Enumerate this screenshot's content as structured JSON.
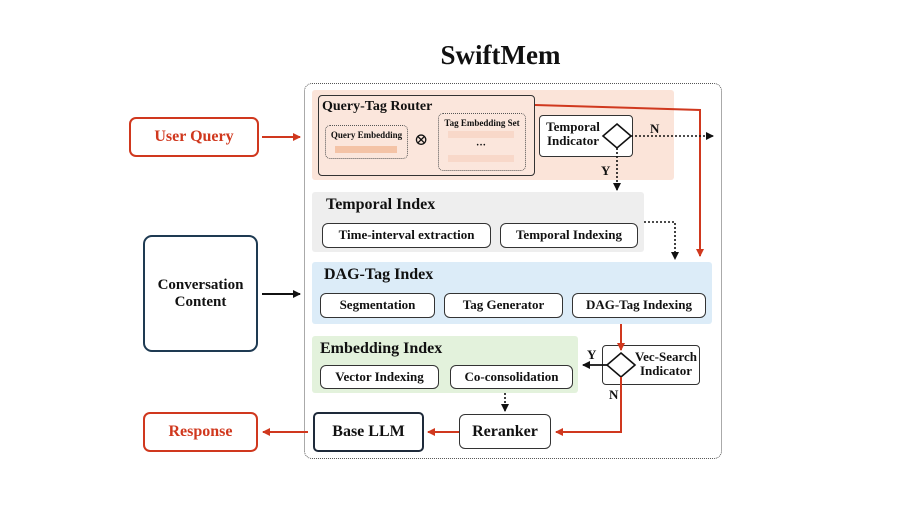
{
  "title": "SwiftMem",
  "inputs": {
    "user_query": "User Query",
    "conversation": "Conversation Content",
    "response": "Response"
  },
  "router": {
    "title": "Query-Tag Router",
    "query_embedding": "Query Embedding",
    "operator": "⊗",
    "tag_embedding_set": "Tag Embedding Set",
    "ellipsis": "···",
    "temporal_indicator": "Temporal Indicator",
    "yes": "Y",
    "no": "N"
  },
  "temporal_index": {
    "title": "Temporal Index",
    "items": [
      "Time-interval extraction",
      "Temporal Indexing"
    ]
  },
  "dag_index": {
    "title": "DAG-Tag Index",
    "items": [
      "Segmentation",
      "Tag Generator",
      "DAG-Tag Indexing"
    ]
  },
  "embedding_index": {
    "title": "Embedding Index",
    "items": [
      "Vector Indexing",
      "Co-consolidation"
    ]
  },
  "vec_search": {
    "label": "Vec-Search Indicator",
    "yes": "Y",
    "no": "N"
  },
  "base_llm": "Base LLM",
  "reranker": "Reranker",
  "colors": {
    "accent_red": "#d0381e",
    "router_bg": "#fbe4d9",
    "temporal_bg": "#eeeeee",
    "dag_bg": "#dcecf8",
    "embedding_bg": "#e3f2dc",
    "query_bar": "#f4c3a6",
    "tag_bar": "#f8d8c9",
    "dark_border": "#1e3a52"
  }
}
